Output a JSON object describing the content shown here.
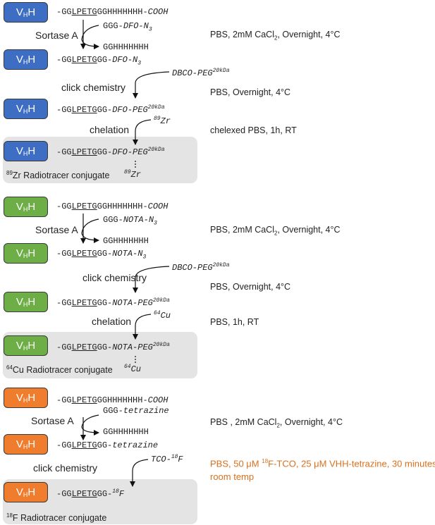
{
  "vhh": {
    "v": "V",
    "sub": "H",
    "h": "H"
  },
  "common": {
    "dash": "-",
    "gg": "GG",
    "lpetg": "LPETG",
    "ggg": "GG",
    "his": "HHHHHHH-",
    "cooh": "COOH",
    "dash2": "-",
    "product": "GGHHHHHHH",
    "pre_ggg": "GGG-",
    "sortase": "Sortase A",
    "click": "click chemistry",
    "chelation": "chelation",
    "dbco": "DBCO-PEG",
    "kda": "20kDa",
    "peg": "PEG",
    "n3": "N",
    "n3sub": "3",
    "dot": "···"
  },
  "panel1": {
    "chelator": "DFO",
    "metal_mass": "89",
    "metal": "Zr",
    "cond1": "PBS, 2mM CaCl",
    "cond1_sub": "2",
    "cond1_tail": ", Overnight, 4°C",
    "cond2": "PBS, Overnight, 4°C",
    "cond3": "chelexed PBS, 1h, RT",
    "footer": "Zr Radiotracer conjugate"
  },
  "panel2": {
    "chelator": "NOTA",
    "metal_mass": "64",
    "metal": "Cu",
    "cond1": "PBS, 2mM CaCl",
    "cond1_sub": "2",
    "cond1_tail": ", Overnight, 4°C",
    "cond2": "PBS, Overnight, 4°C",
    "cond3": "PBS, 1h, RT",
    "footer": "Cu Radiotracer conjugate"
  },
  "panel3": {
    "tetrazine": "tetrazine",
    "tco": "TCO-",
    "f_mass": "18",
    "f": "F",
    "cond1": "PBS , 2mM CaCl",
    "cond1_sub": "2",
    "cond1_tail": ", Overnight, 4°C",
    "cond2_a": "PBS, 50 μM ",
    "cond2_mass": "18",
    "cond2_b": "F-TCO, 25 μM VHH-tetrazine, 30 minutes",
    "cond2_line2": "room temp",
    "footer": "F Radiotracer conjugate"
  },
  "colors": {
    "blue": "#3e6ec3",
    "green": "#6dae47",
    "orange": "#ef7d2d",
    "orange_text": "#d9701e",
    "panel_bg": "#e4e4e4"
  }
}
